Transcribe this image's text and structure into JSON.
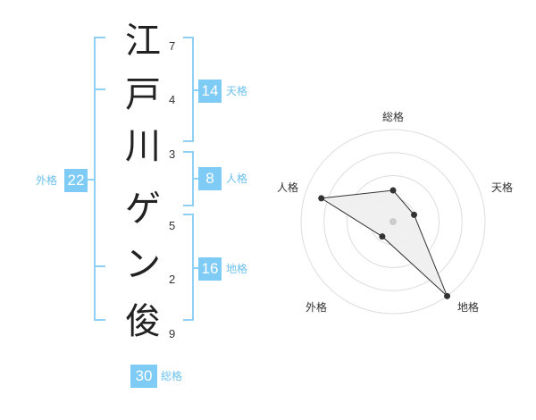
{
  "name_chars": [
    {
      "char": "江",
      "strokes": "7"
    },
    {
      "char": "戸",
      "strokes": "4"
    },
    {
      "char": "川",
      "strokes": "3"
    },
    {
      "char": "ゲ",
      "strokes": "5"
    },
    {
      "char": "ン",
      "strokes": "2"
    },
    {
      "char": "俊",
      "strokes": "9"
    }
  ],
  "fortune": {
    "tenkaku": {
      "value": "14",
      "label": "天格"
    },
    "jinkaku": {
      "value": "8",
      "label": "人格"
    },
    "chikaku": {
      "value": "16",
      "label": "地格"
    },
    "gaikaku": {
      "value": "22",
      "label": "外格"
    },
    "soukaku": {
      "value": "30",
      "label": "総格"
    }
  },
  "radar": {
    "axes": [
      "総格",
      "天格",
      "地格",
      "外格",
      "人格"
    ],
    "values": [
      0.34,
      0.24,
      1.0,
      0.2,
      0.82
    ],
    "colors": {
      "grid": "#dddddd",
      "fill": "#eeeeee",
      "line": "#333333",
      "center": "#cccccc"
    }
  },
  "colors": {
    "accent": "#7ecbf5",
    "accent_text": "#6cc0ee"
  }
}
